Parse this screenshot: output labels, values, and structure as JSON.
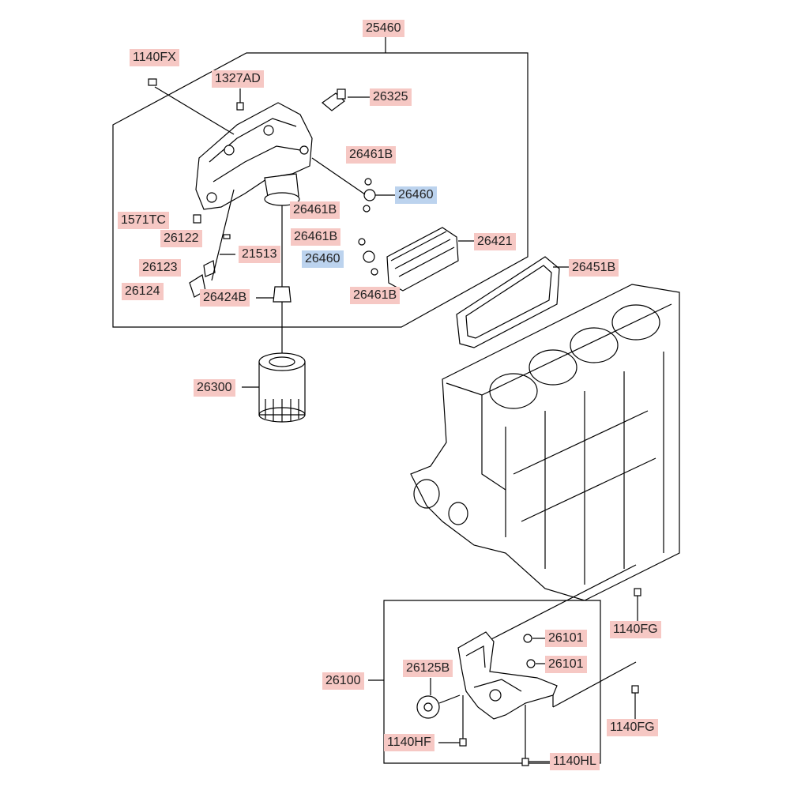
{
  "colors": {
    "label_bg": "#f6c8c4",
    "label_highlight_bg": "#bcd3ee",
    "line": "#000000"
  },
  "labels": {
    "p25460": "25460",
    "p1140FX": "1140FX",
    "p1327AD": "1327AD",
    "p26325": "26325",
    "p26461B_a": "26461B",
    "p26460_a": "26460",
    "p26461B_b": "26461B",
    "p1571TC": "1571TC",
    "p26122": "26122",
    "p21513": "21513",
    "p26461B_c": "26461B",
    "p26421": "26421",
    "p26460_b": "26460",
    "p26451B": "26451B",
    "p26123": "26123",
    "p26124": "26124",
    "p26424B": "26424B",
    "p26461B_d": "26461B",
    "p26300": "26300",
    "p1140FG_a": "1140FG",
    "p26101_a": "26101",
    "p26101_b": "26101",
    "p26100": "26100",
    "p26125B": "26125B",
    "p1140FG_b": "1140FG",
    "p1140HF": "1140HF",
    "p1140HL": "1140HL"
  }
}
